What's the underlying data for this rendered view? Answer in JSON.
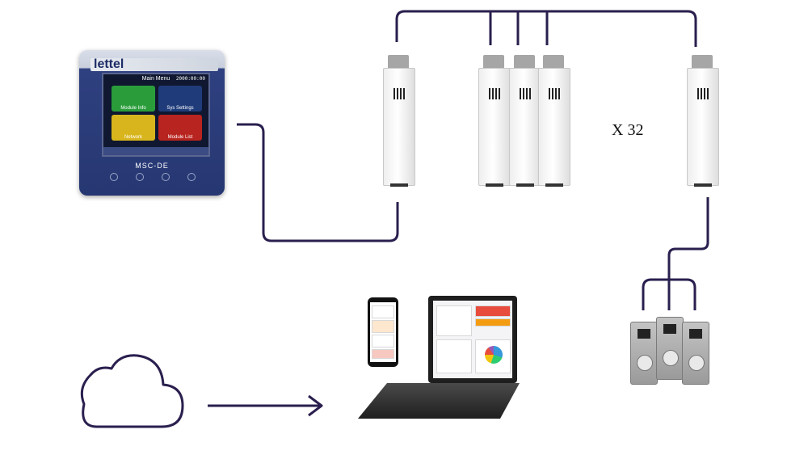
{
  "annotation": {
    "multiplier": "X 32"
  },
  "display_panel": {
    "brand": "lettel",
    "screen_title": "Main Menu",
    "screen_time": "2000:00:00",
    "tiles": [
      {
        "label": "Module Info",
        "icon": "gauge-icon"
      },
      {
        "label": "Sys Settings",
        "icon": "gear-icon"
      },
      {
        "label": "Network",
        "icon": "network-icon"
      },
      {
        "label": "Module List",
        "icon": "list-icon"
      }
    ],
    "model": "MSC-DE"
  },
  "colors": {
    "connector_line": "#2a1f4e",
    "panel_blue": "#263772",
    "arrow": "#2a1f4e"
  }
}
